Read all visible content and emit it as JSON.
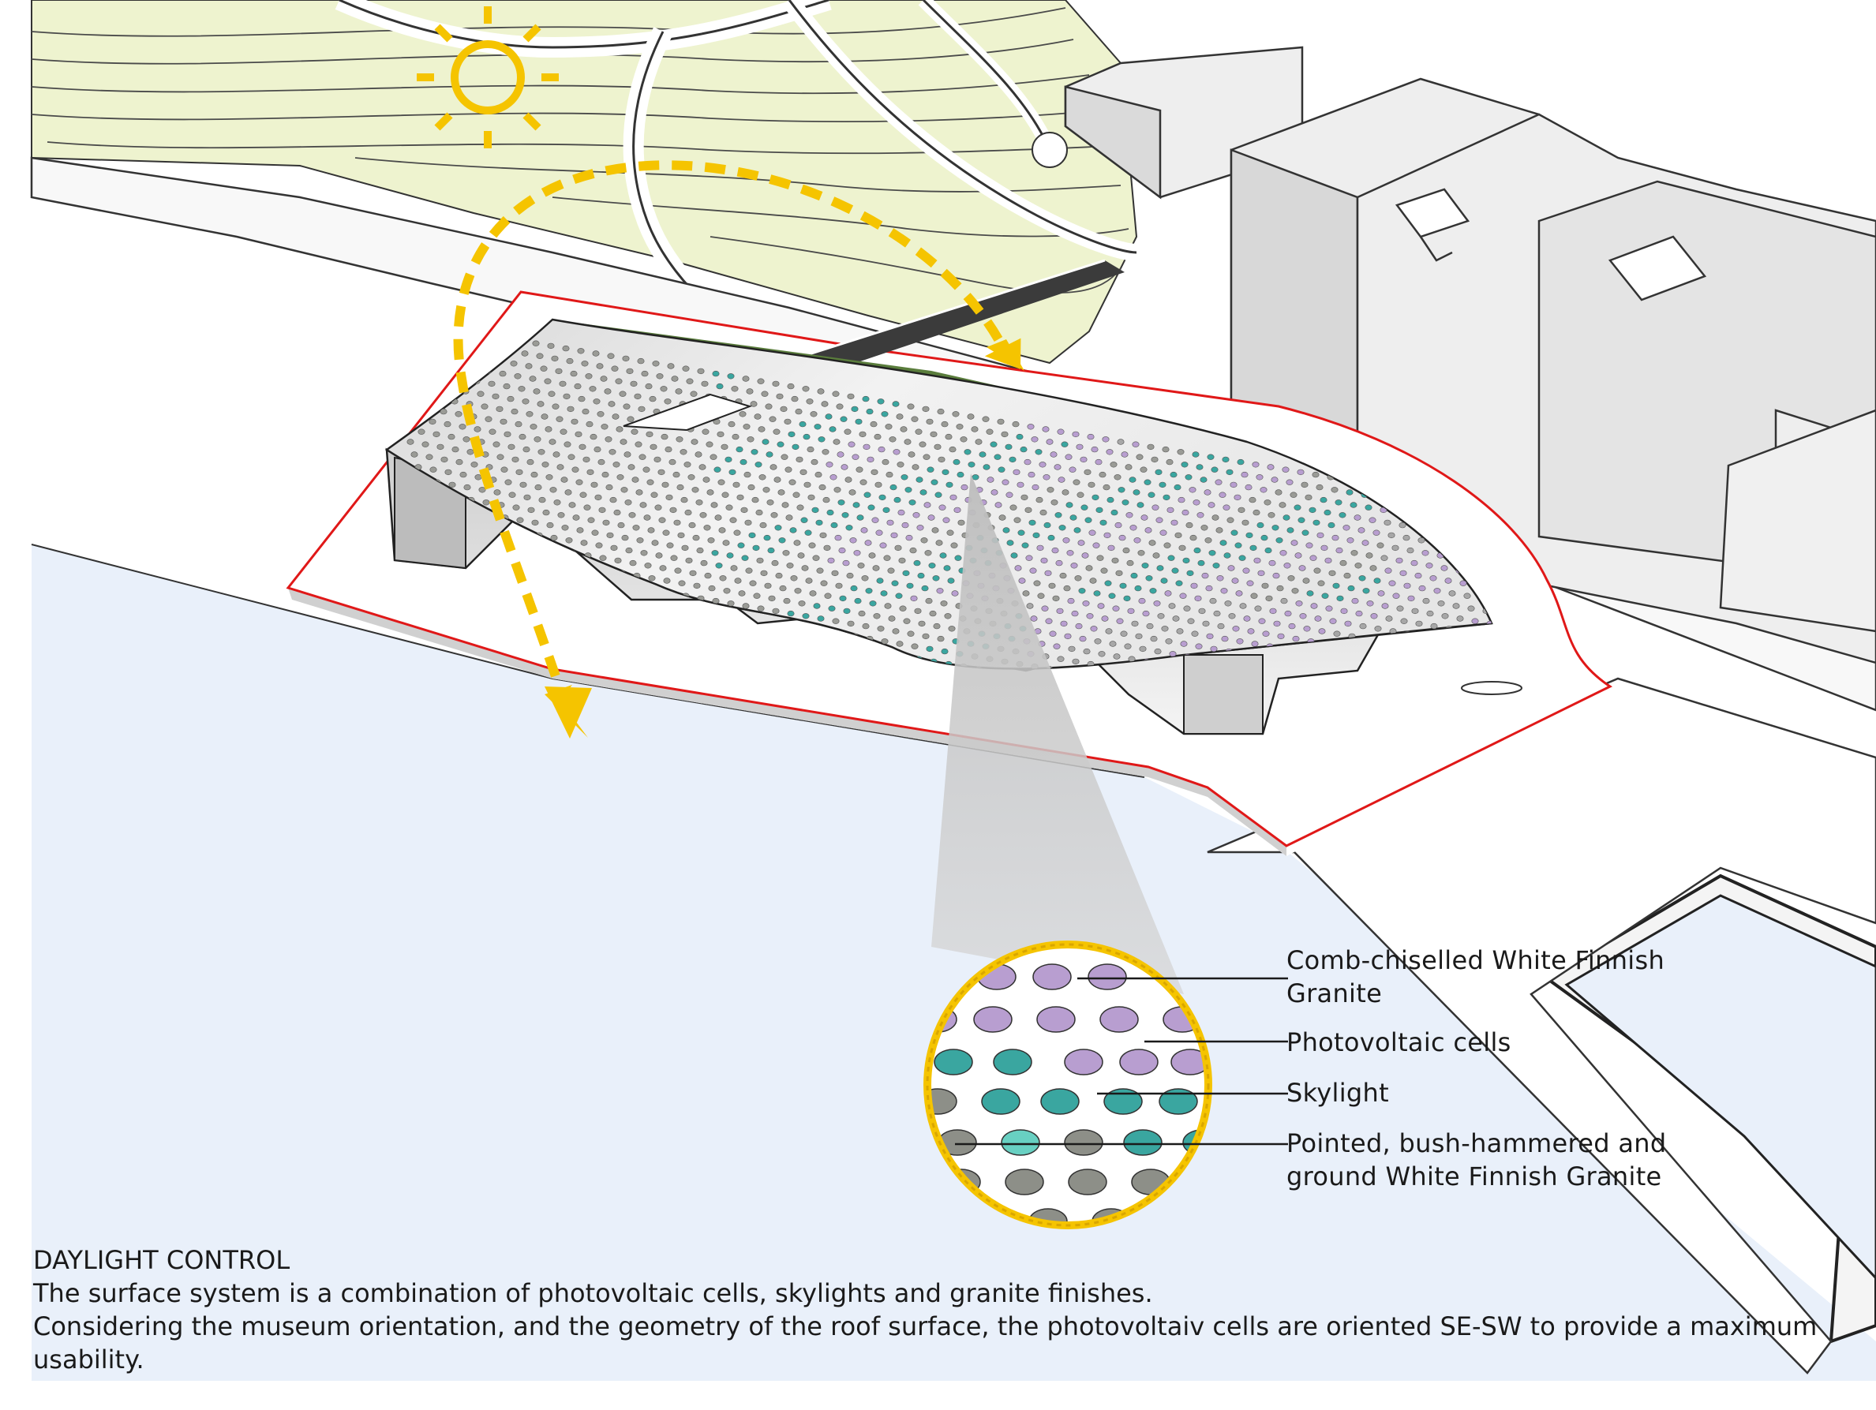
{
  "callouts": {
    "comb_chiselled": [
      "Comb-chiselled White Finnish",
      "Granite"
    ],
    "photovoltaic": "Photovoltaic cells",
    "skylight": "Skylight",
    "pointed": [
      "Pointed, bush-hammered and",
      "ground White Finnish Granite"
    ]
  },
  "caption": {
    "title": "DAYLIGHT CONTROL",
    "line1": "The surface system is a combination of photovoltaic cells, skylights and granite finishes.",
    "line2": "Considering the museum orientation, and the geometry of the roof surface, the photovoltaiv cells are oriented SE-SW to provide a maximum",
    "line3": "usability."
  },
  "colors": {
    "sun": "#f5c400",
    "site_boundary": "#e01818",
    "water": "#e8f0fa",
    "park": "#eef3cf",
    "photovoltaic": "#b89ed0",
    "skylight": "#3aa6a0",
    "granite": "#8d8f88",
    "green_roof": "#5a7d3c"
  },
  "icons": [
    "sun-icon",
    "arrow-icon"
  ]
}
